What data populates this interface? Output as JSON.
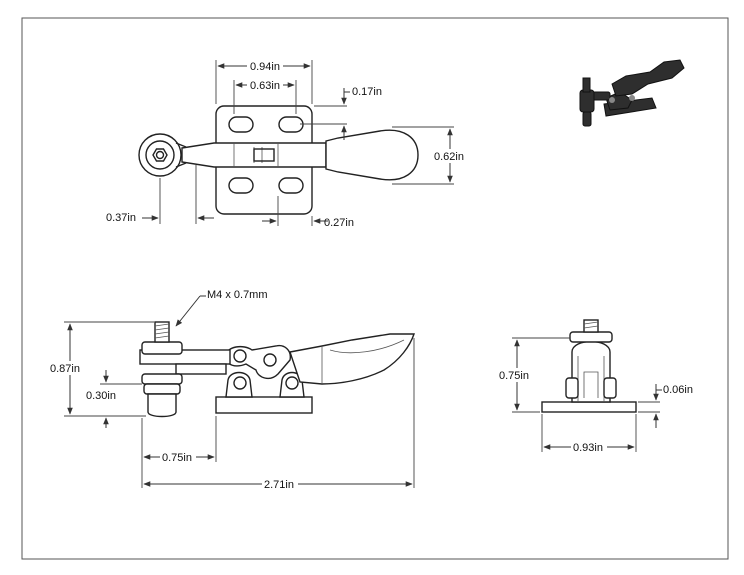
{
  "colors": {
    "line": "#333333",
    "background": "#ffffff",
    "render_body": "#2e2e2e"
  },
  "top_view": {
    "dim_width": "0.94in",
    "dim_slot_span": "0.63in",
    "dim_offset_top": "0.17in",
    "dim_handle_height": "0.62in",
    "dim_washer_offset": "0.37in",
    "dim_base_offset": "0.27in"
  },
  "side_view": {
    "dim_thread": "M4 x 0.7mm",
    "dim_total_height": "0.87in",
    "dim_spindle_height": "0.30in",
    "dim_spindle_reach": "0.75in",
    "dim_total_length": "2.71in"
  },
  "front_view": {
    "dim_height": "0.75in",
    "dim_base_thickness": "0.06in",
    "dim_base_width": "0.93in"
  },
  "iso_render": {
    "icon": "toggle-clamp-render-icon"
  }
}
